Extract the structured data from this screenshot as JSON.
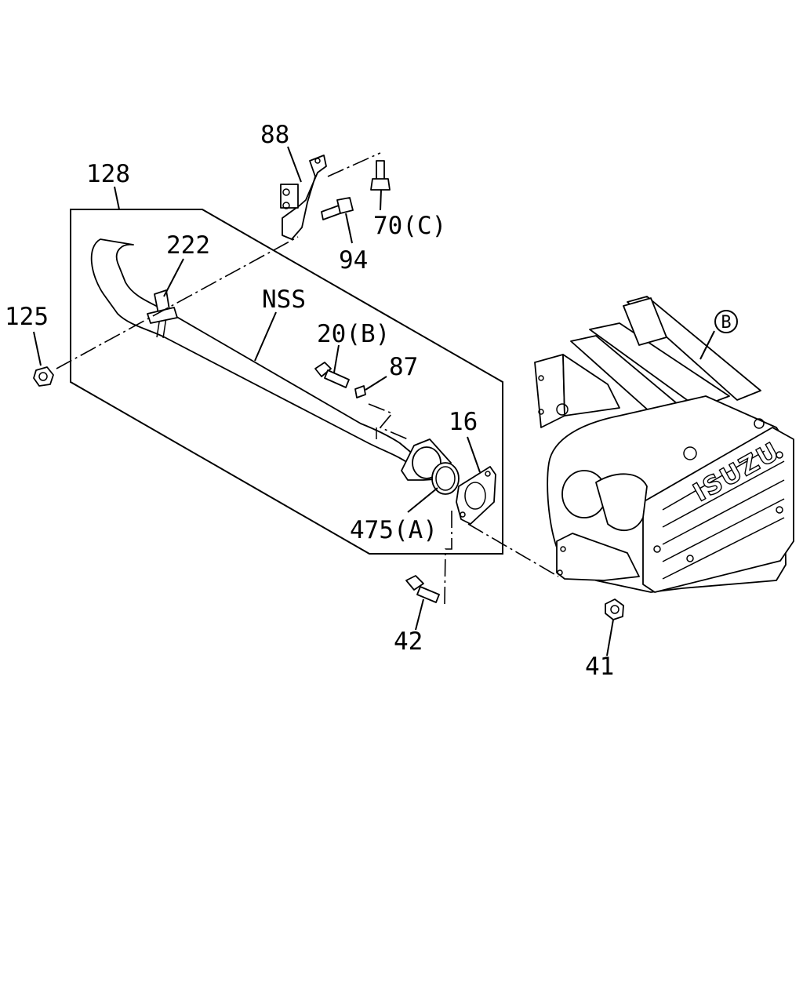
{
  "callouts": {
    "p128": "128",
    "p88": "88",
    "p70c": "70(C)",
    "p94": "94",
    "p222": "222",
    "p125": "125",
    "nss": "NSS",
    "p20b": "20(B)",
    "p87": "87",
    "p16": "16",
    "p475a": "475(A)",
    "p42": "42",
    "p41": "41",
    "pB": "B"
  },
  "muffler_brand": "ISUZU",
  "colors": {
    "ink": "#000000",
    "paper": "#ffffff"
  }
}
